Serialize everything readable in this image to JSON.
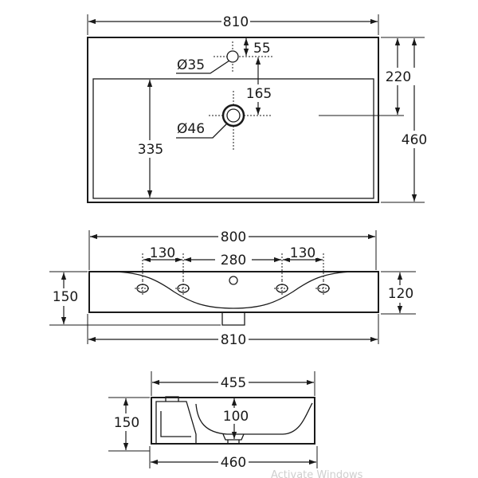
{
  "top_view": {
    "overall_width": "810",
    "overall_depth": "460",
    "tap_hole_offset": "55",
    "tap_hole_diameter": "Ø35",
    "drain_offset": "165",
    "drain_diameter": "Ø46",
    "bowl_depth": "335",
    "drain_to_front": "220"
  },
  "front_view": {
    "top_width": "800",
    "left_hole_spacing": "130",
    "center_hole_spacing": "280",
    "right_hole_spacing": "130",
    "overall_height": "150",
    "right_height": "120",
    "bottom_width": "810"
  },
  "side_view": {
    "top_depth": "455",
    "height": "150",
    "bowl_height": "100",
    "bottom_depth": "460"
  },
  "watermark": "Activate Windows"
}
